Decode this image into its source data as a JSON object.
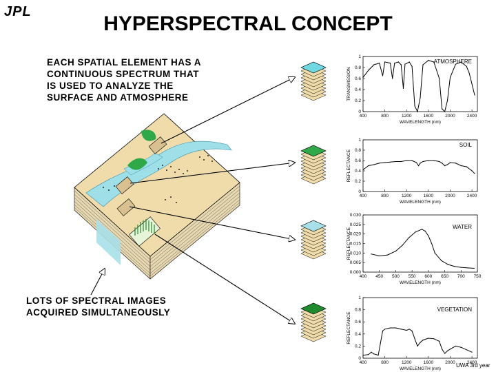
{
  "header": {
    "logo": "JPL",
    "title": "HYPERSPECTRAL CONCEPT"
  },
  "captions": {
    "top": [
      "EACH SPATIAL ELEMENT HAS A",
      "CONTINUOUS SPECTRUM THAT",
      "IS USED TO ANALYZE THE",
      "SURFACE AND ATMOSPHERE"
    ],
    "bottom": [
      "LOTS OF SPECTRAL IMAGES",
      "ACQUIRED SIMULTANEOUSLY"
    ]
  },
  "footer": {
    "text": "UWA 3rd year"
  },
  "chart_data": [
    {
      "type": "line",
      "label": "ATMOSPHERE",
      "ylabel": "TRANSMISSION",
      "xlabel": "WAVELENGTH (nm)",
      "xlim": [
        400,
        2500
      ],
      "ylim": [
        0,
        1
      ],
      "xticks": [
        "400",
        "800",
        "1200",
        "1600",
        "2000",
        "2400"
      ],
      "yticks": [
        "0",
        "0.2",
        "0.4",
        "0.6",
        "0.8",
        "1"
      ],
      "x": [
        400,
        500,
        600,
        700,
        760,
        800,
        900,
        940,
        980,
        1050,
        1100,
        1140,
        1170,
        1250,
        1300,
        1350,
        1400,
        1450,
        1500,
        1600,
        1700,
        1800,
        1850,
        1900,
        1950,
        2000,
        2100,
        2200,
        2300,
        2350,
        2400,
        2450
      ],
      "y": [
        0.62,
        0.75,
        0.85,
        0.88,
        0.65,
        0.9,
        0.88,
        0.6,
        0.88,
        0.9,
        0.85,
        0.42,
        0.86,
        0.9,
        0.82,
        0.1,
        0.0,
        0.25,
        0.85,
        0.93,
        0.9,
        0.6,
        0.05,
        0.0,
        0.2,
        0.62,
        0.86,
        0.9,
        0.82,
        0.7,
        0.5,
        0.3
      ]
    },
    {
      "type": "line",
      "label": "SOIL",
      "ylabel": "REFLECTANCE",
      "xlabel": "WAVELENGTH (nm)",
      "xlim": [
        400,
        2500
      ],
      "ylim": [
        0,
        1
      ],
      "xticks": [
        "400",
        "800",
        "1200",
        "1600",
        "2000",
        "2400"
      ],
      "yticks": [
        "0",
        "0.2",
        "0.4",
        "0.6",
        "0.8",
        "1"
      ],
      "x": [
        400,
        500,
        600,
        700,
        800,
        900,
        1000,
        1100,
        1200,
        1300,
        1380,
        1420,
        1450,
        1500,
        1600,
        1700,
        1800,
        1850,
        1900,
        1950,
        2000,
        2100,
        2200,
        2300,
        2400,
        2450
      ],
      "y": [
        0.42,
        0.5,
        0.52,
        0.55,
        0.56,
        0.57,
        0.58,
        0.58,
        0.6,
        0.6,
        0.56,
        0.5,
        0.55,
        0.58,
        0.6,
        0.6,
        0.58,
        0.55,
        0.5,
        0.52,
        0.56,
        0.55,
        0.5,
        0.48,
        0.4,
        0.35
      ]
    },
    {
      "type": "line",
      "label": "WATER",
      "ylabel": "REFLECTANCE",
      "xlabel": "WAVELENGTH (nm)",
      "xlim": [
        400,
        750
      ],
      "ylim": [
        0,
        0.03
      ],
      "xticks": [
        "400",
        "450",
        "500",
        "550",
        "600",
        "650",
        "700",
        "750"
      ],
      "yticks": [
        "0.000",
        "0.005",
        "0.010",
        "0.015",
        "0.020",
        "0.025",
        "0.030"
      ],
      "x": [
        425,
        450,
        475,
        500,
        520,
        540,
        560,
        580,
        590,
        600,
        610,
        620,
        640,
        660,
        680,
        700,
        720,
        740
      ],
      "y": [
        0.0095,
        0.0085,
        0.009,
        0.011,
        0.014,
        0.018,
        0.021,
        0.0225,
        0.0215,
        0.019,
        0.015,
        0.01,
        0.006,
        0.004,
        0.003,
        0.0025,
        0.0022,
        0.002
      ]
    },
    {
      "type": "line",
      "label": "VEGETATION",
      "ylabel": "REFLECTANCE",
      "xlabel": "WAVELENGTH (nm)",
      "xlim": [
        400,
        2500
      ],
      "ylim": [
        0,
        1
      ],
      "xticks": [
        "400",
        "800",
        "1200",
        "1600",
        "2000",
        "2400"
      ],
      "yticks": [
        "0",
        "0.2",
        "0.4",
        "0.6",
        "0.8",
        "1"
      ],
      "x": [
        400,
        500,
        550,
        600,
        680,
        720,
        760,
        800,
        900,
        1000,
        1100,
        1200,
        1250,
        1300,
        1350,
        1400,
        1450,
        1500,
        1600,
        1700,
        1800,
        1850,
        1900,
        1950,
        2000,
        2100,
        2200,
        2300,
        2400
      ],
      "y": [
        0.05,
        0.06,
        0.1,
        0.07,
        0.05,
        0.25,
        0.45,
        0.48,
        0.5,
        0.5,
        0.48,
        0.46,
        0.48,
        0.45,
        0.32,
        0.2,
        0.26,
        0.3,
        0.33,
        0.32,
        0.28,
        0.15,
        0.08,
        0.12,
        0.15,
        0.2,
        0.18,
        0.14,
        0.1
      ]
    }
  ]
}
